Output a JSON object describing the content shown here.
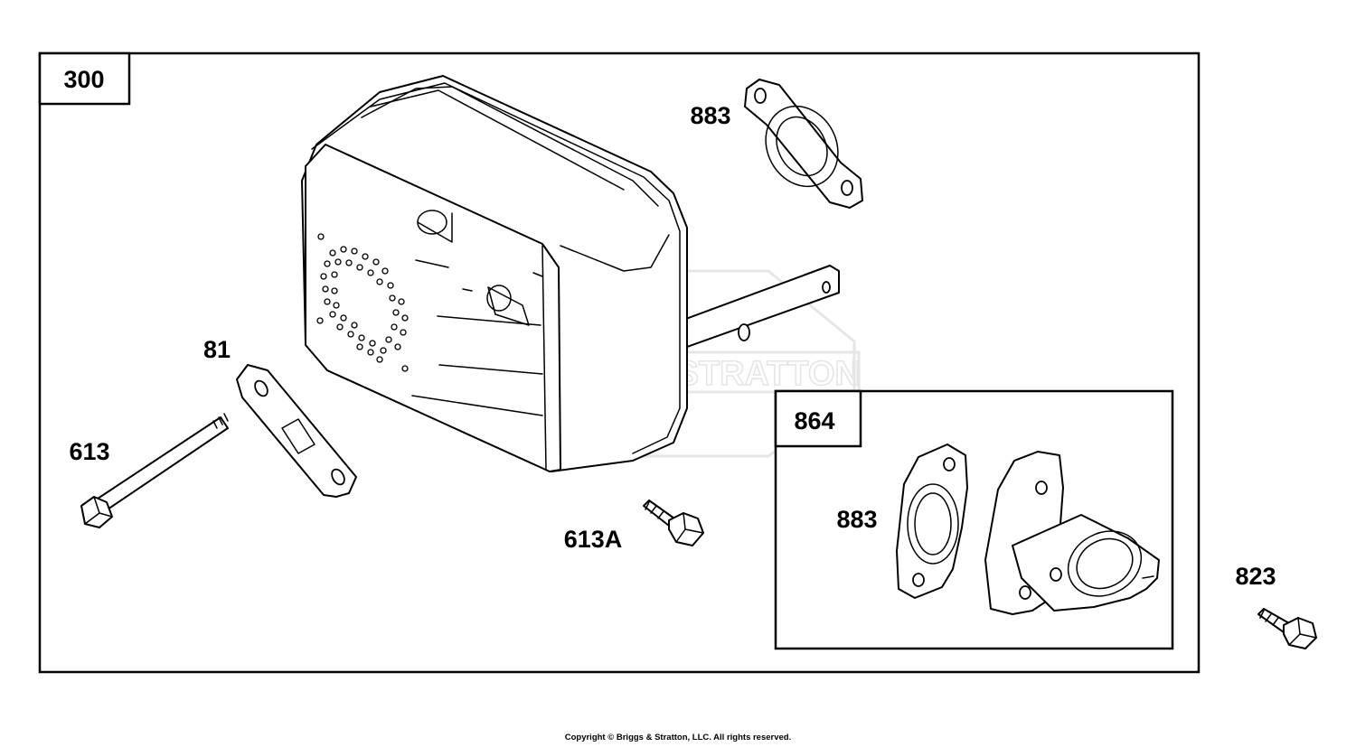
{
  "diagram": {
    "watermark": "BRIGGS & STRATTON",
    "copyright": "Copyright © Briggs & Stratton, LLC. All rights reserved.",
    "assemblies": [
      {
        "id": "muffler-assembly",
        "callout": "300"
      },
      {
        "id": "exhaust-elbow-kit",
        "callout": "864"
      }
    ],
    "callouts": {
      "gasket_top": "883",
      "deflector": "81",
      "bolt_long": "613",
      "screw": "613A",
      "gasket_kit": "883",
      "screw_right": "823"
    }
  }
}
